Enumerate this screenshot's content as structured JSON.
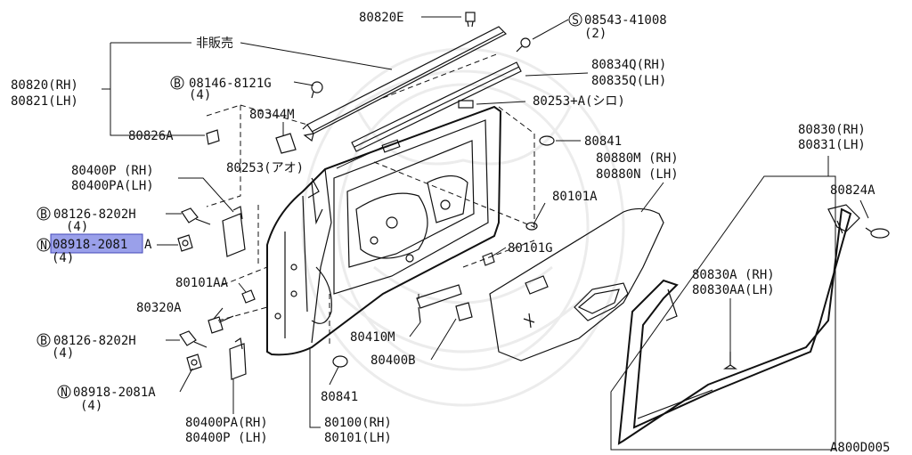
{
  "diagram_id": "A800D005",
  "labels": {
    "l_80820E": "80820E",
    "l_08543": "08543-41008",
    "l_08543_qty": "(2)",
    "l_hihanbai": "非販売",
    "l_80834": "80834Q(RH)",
    "l_80835": "80835Q(LH)",
    "l_80820rh": "80820(RH)",
    "l_80821lh": "80821(LH)",
    "l_08146": "08146-8121G",
    "l_08146_qty": "(4)",
    "l_80253a": "80253+A(シロ)",
    "l_80344M": "80344M",
    "l_80826A": "80826A",
    "l_80841_top": "80841",
    "l_80830rh": "80830(RH)",
    "l_80831lh": "80831(LH)",
    "l_80880m": "80880M (RH)",
    "l_80880n": "80880N (LH)",
    "l_80253ao": "80253(アオ)",
    "l_80400p": "80400P (RH)",
    "l_80400pa": "80400PA(LH)",
    "l_80824A": "80824A",
    "l_08126_top": "08126-8202H",
    "l_08126_top_qty": "(4)",
    "l_80101A": "80101A",
    "l_08918_hl": "08918-2081",
    "l_08918_suffix": "A",
    "l_08918_hl_qty": "(4)",
    "l_80101G": "80101G",
    "l_80830A": "80830A (RH)",
    "l_80830AA": "80830AA(LH)",
    "l_80101AA": "80101AA",
    "l_80320A": "80320A",
    "l_08126_bot": "08126-8202H",
    "l_08126_bot_qty": "(4)",
    "l_80410M": "80410M",
    "l_80400B": "80400B",
    "l_08918_bot": "08918-2081A",
    "l_08918_bot_qty": "(4)",
    "l_80841_bot": "80841",
    "l_80400PA_rh": "80400PA(RH)",
    "l_80400P_lh": "80400P (LH)",
    "l_80100rh": "80100(RH)",
    "l_80101lh": "80101(LH)"
  },
  "badges": {
    "s": "S",
    "b": "B",
    "n": "N"
  },
  "highlight": {
    "part": "08918-2081",
    "color": "#9aa0ea"
  }
}
